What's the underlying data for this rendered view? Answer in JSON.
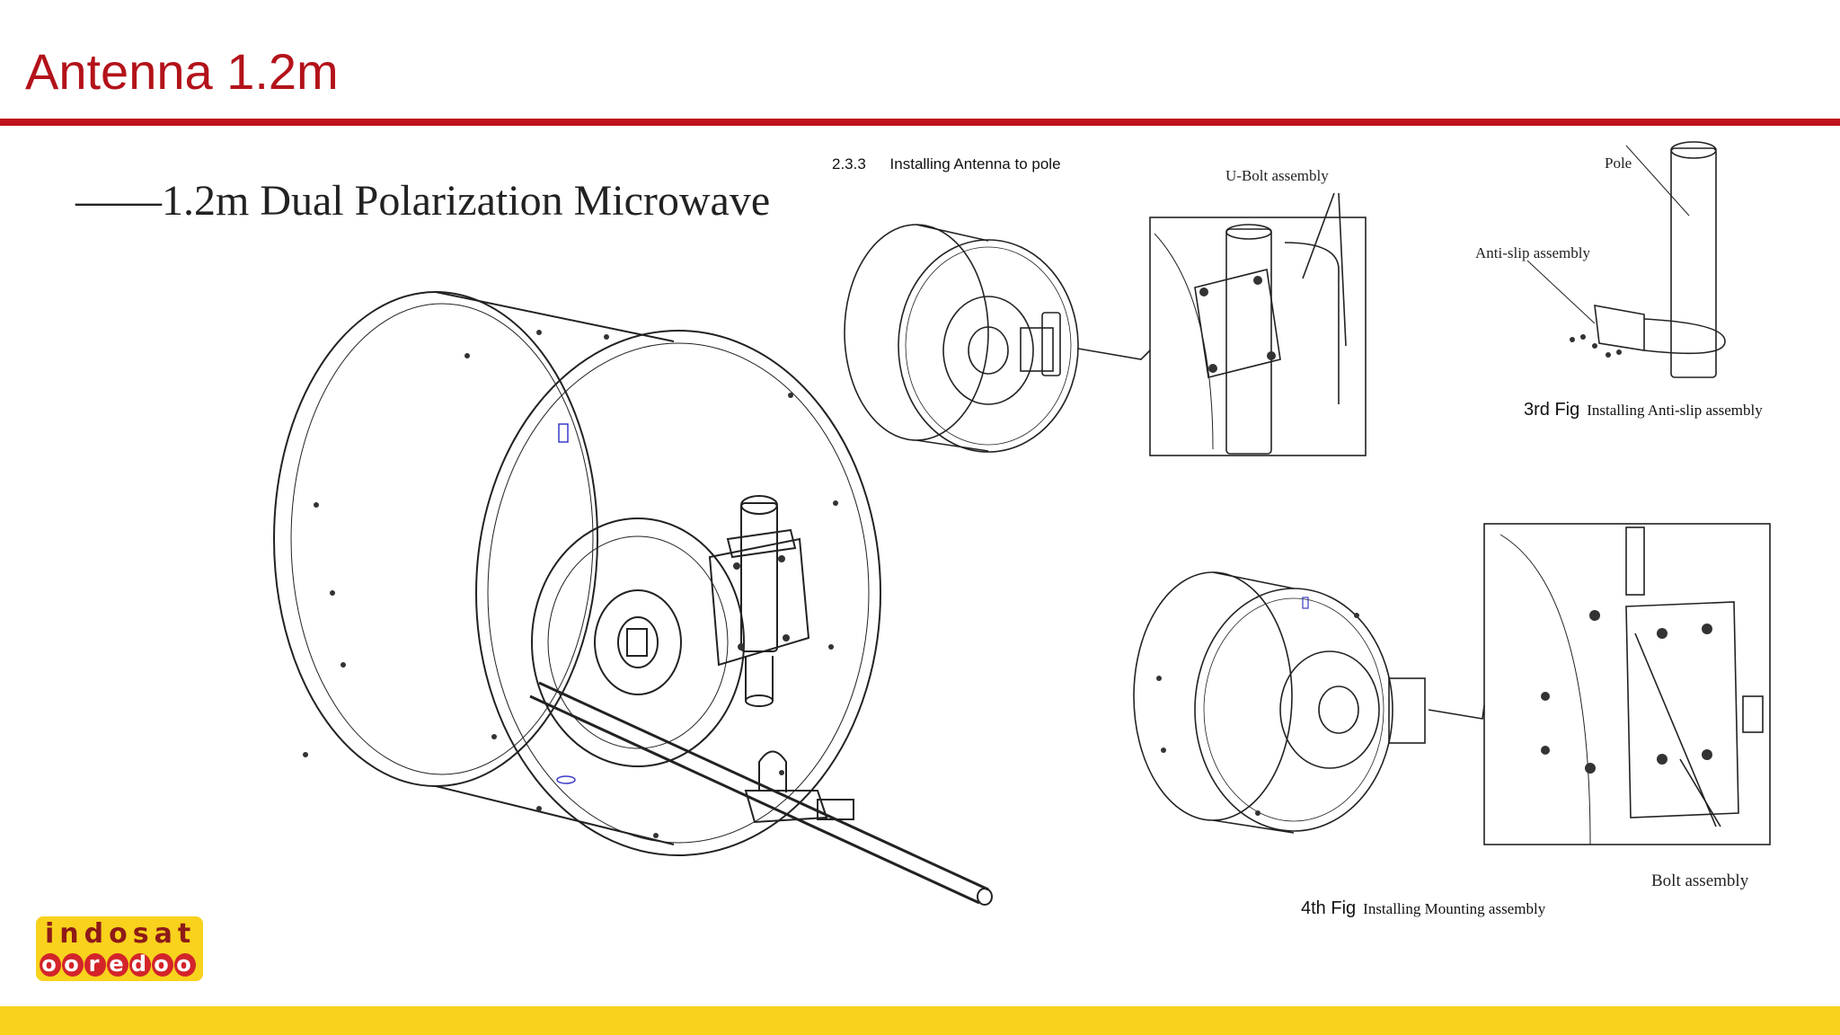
{
  "slide": {
    "title": "Antenna 1.2m"
  },
  "main_figure": {
    "subtitle": "——1.2m Dual Polarization Microwave"
  },
  "section": {
    "number": "2.3.3",
    "title": "Installing Antenna to pole"
  },
  "labels": {
    "u_bolt": "U-Bolt assembly",
    "pole": "Pole",
    "anti_slip": "Anti-slip assembly",
    "bolt_assembly": "Bolt assembly"
  },
  "figures": {
    "fig3": {
      "number": "3rd Fig",
      "caption": "Installing Anti-slip assembly"
    },
    "fig4": {
      "number": "4th Fig",
      "caption": "Installing Mounting assembly"
    }
  },
  "logo": {
    "line1": "indosat",
    "line2": "ooredoo",
    "text_color": "#8e1a18",
    "bg": "#f8d21d",
    "accent": "#d3242a"
  },
  "colors": {
    "title": "#b3121a",
    "rule": "#c0121c",
    "band": "#f8d21d"
  }
}
